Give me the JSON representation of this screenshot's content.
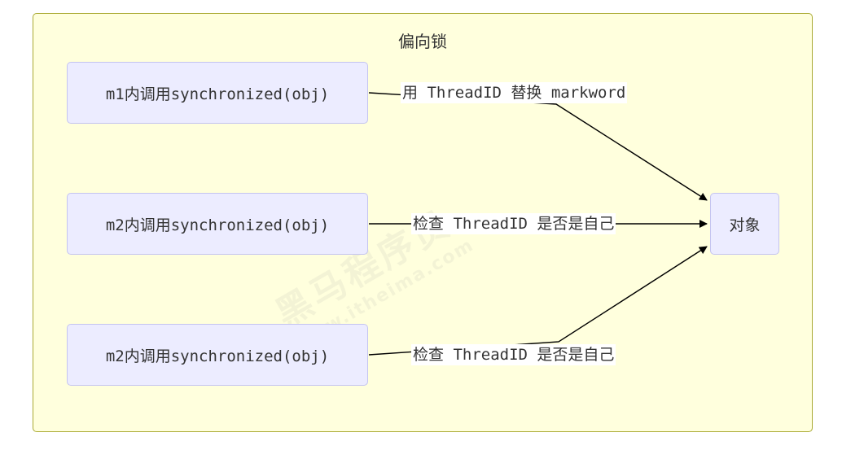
{
  "cluster": {
    "title": "偏向锁"
  },
  "nodes": {
    "m1": "m1内调用synchronized(obj)",
    "m2a": "m2内调用synchronized(obj)",
    "m2b": "m2内调用synchronized(obj)",
    "target": "对象"
  },
  "edges": {
    "e1": "用 ThreadID 替换 markword",
    "e2": "检查 ThreadID 是否是自己",
    "e3": "检查 ThreadID 是否是自己"
  },
  "watermark": {
    "brand": "黑马程序员",
    "site": "www.itheima.com"
  },
  "colors": {
    "cluster_fill": "#ffffdd",
    "cluster_stroke": "#aaaa33",
    "node_fill": "#ececff",
    "node_stroke": "#c4c4f0",
    "line": "#000000"
  }
}
